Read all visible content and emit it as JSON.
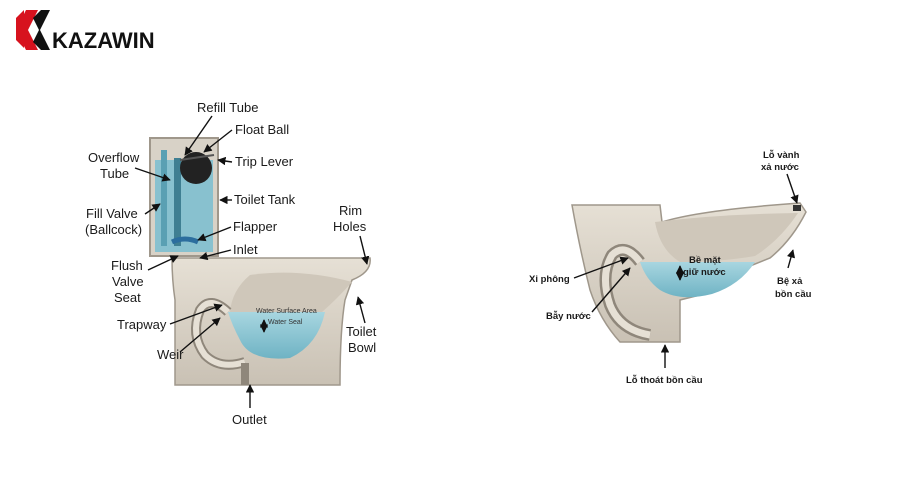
{
  "brand": {
    "name": "KAZAWIN",
    "accent": "#d7121e"
  },
  "left_diagram": {
    "labels": {
      "refill_tube": "Refill Tube",
      "float_ball": "Float Ball",
      "overflow_tube_1": "Overflow",
      "overflow_tube_2": "Tube",
      "trip_lever": "Trip Lever",
      "toilet_tank": "Toilet Tank",
      "fill_valve_1": "Fill Valve",
      "fill_valve_2": "(Ballcock)",
      "flapper": "Flapper",
      "inlet": "Inlet",
      "rim_holes_1": "Rim",
      "rim_holes_2": "Holes",
      "flush_valve_seat_1": "Flush",
      "flush_valve_seat_2": "Valve",
      "flush_valve_seat_3": "Seat",
      "water_surface_area": "Water Surface Area",
      "water_seal": "Water Seal",
      "trapway": "Trapway",
      "toilet_bowl_1": "Toilet",
      "toilet_bowl_2": "Bowl",
      "weir": "Weir",
      "outlet": "Outlet"
    }
  },
  "right_diagram": {
    "labels": {
      "rim_hole_1": "Lỗ vành",
      "rim_hole_2": "xả nước",
      "water_surface_1": "Bề mặt",
      "water_surface_2": "giữ nước",
      "siphon": "Xi phông",
      "trap_water": "Bẫy nước",
      "bowl_flush_1": "Bệ xả",
      "bowl_flush_2": "bồn cầu",
      "drain_hole": "Lỗ thoát bồn cầu"
    }
  },
  "colors": {
    "ceramic": "#d9d2c6",
    "ceramic_dark": "#a79f93",
    "water": "#8fc6d2",
    "water_dark": "#5fa6b8",
    "tank_water": "#7fbfcf"
  }
}
